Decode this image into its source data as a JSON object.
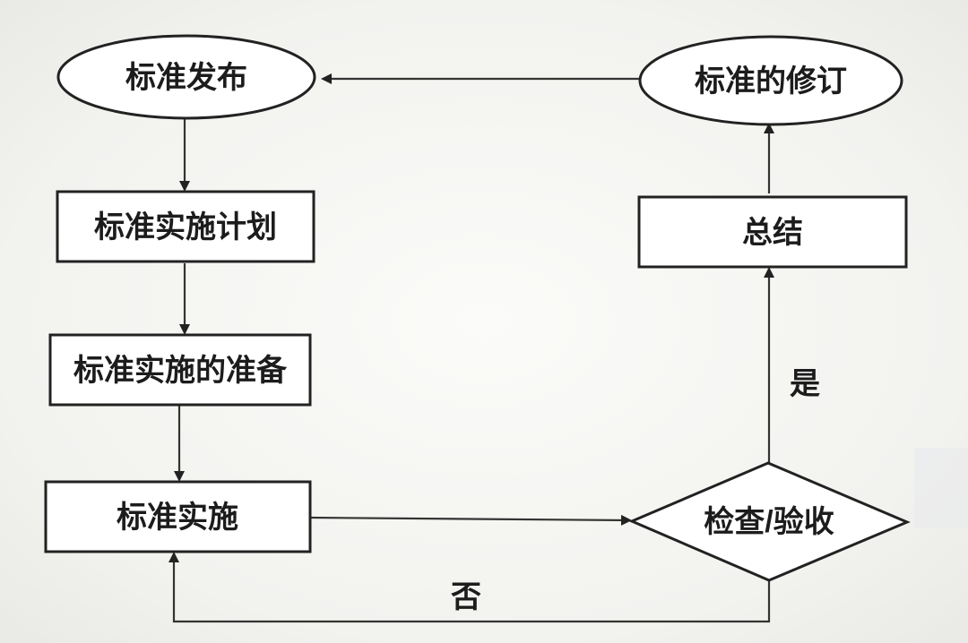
{
  "nodes": {
    "publish": "标准发布",
    "revision": "标准的修订",
    "plan": "标准实施计划",
    "summary": "总结",
    "prepare": "标准实施的准备",
    "implement": "标准实施",
    "check": "检查/验收"
  },
  "edges": {
    "yes": "是",
    "no": "否"
  },
  "colors": {
    "line": "#222222",
    "fill": "#ffffff",
    "text": "#1c1c1c"
  }
}
